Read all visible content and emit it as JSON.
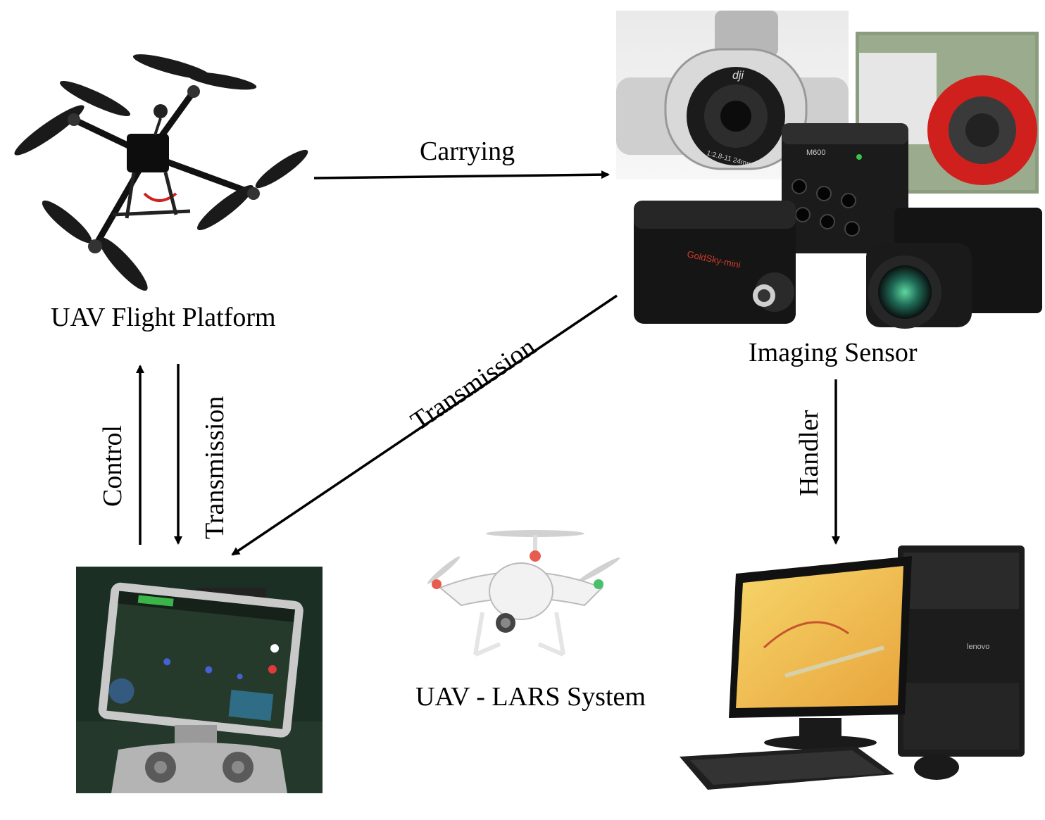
{
  "nodes": {
    "flight_platform": "UAV Flight Platform",
    "imaging_sensor": "Imaging Sensor",
    "lars_system": "UAV - LARS System"
  },
  "edges": {
    "carrying": "Carrying",
    "transmission_diag": "Transmission",
    "control": "Control",
    "transmission_vert": "Transmission",
    "handler": "Handler"
  },
  "sensor_texts": {
    "dji_logo": "dji",
    "lens_spec": "1:2.8-11 24mm",
    "multispectral": "M600",
    "goldsky": "GoldSky-mini"
  },
  "computer_texts": {
    "brand": "lenovo"
  }
}
